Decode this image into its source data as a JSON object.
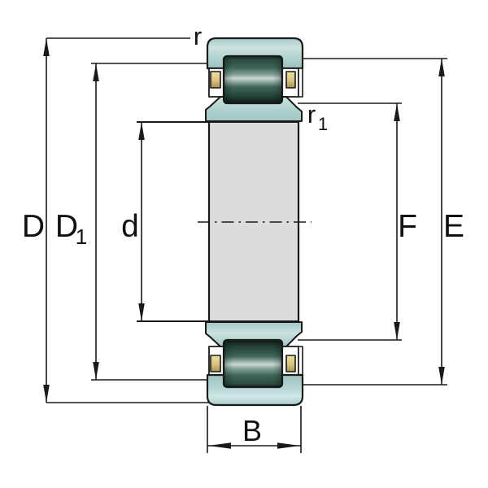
{
  "diagram": {
    "type": "bearing-cross-section",
    "description": "Cylindrical roller bearing cross-section drawing with dimension annotations",
    "labels": {
      "D": "D",
      "D1_base": "D",
      "D1_sub": "1",
      "d": "d",
      "r": "r",
      "r1_base": "r",
      "r1_sub": "1",
      "F": "F",
      "E": "E",
      "B": "B"
    },
    "colors": {
      "background": "#ffffff",
      "line": "#1a1a1a",
      "ring_teal": "#aed0cd",
      "ring_highlight": "#d3e8e6",
      "flange_teal": "#b2d3d0",
      "roller_dark": "#16241f",
      "roller_mid": "#3f6658",
      "roller_highlight": "#ccd8d2",
      "cage_brass": "#d9c47e",
      "bore_gray": "#dcdcdc"
    }
  }
}
